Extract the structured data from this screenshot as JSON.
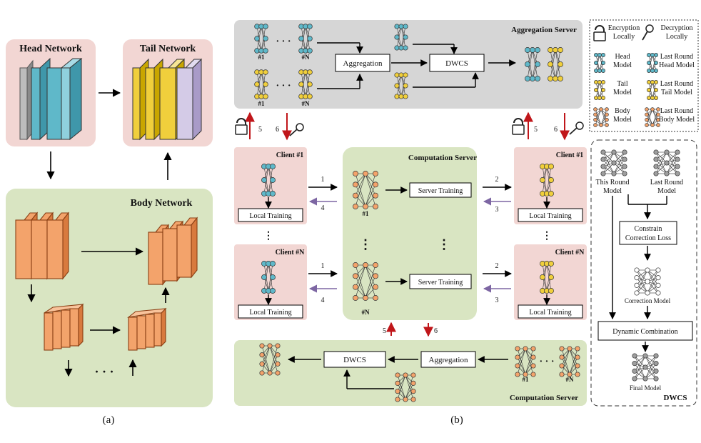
{
  "panel_a": {
    "head_title": "Head Network",
    "tail_title": "Tail Network",
    "body_title": "Body Network",
    "caption": "(a)"
  },
  "panel_b": {
    "caption": "(b)",
    "aggregation_server": {
      "title": "Aggregation Server",
      "model_idx_1": "#1",
      "model_idx_n": "#N",
      "aggregation_label": "Aggregation",
      "dwcs_label": "DWCS"
    },
    "arrow_numbers": {
      "n1": "1",
      "n2": "2",
      "n3": "3",
      "n4": "4",
      "n5": "5",
      "n6": "6"
    },
    "client_1_title": "Client #1",
    "client_n_title": "Client #N",
    "local_training": "Local Training",
    "computation_server": {
      "title": "Computation Server",
      "server_training": "Server Training",
      "idx_1": "#1",
      "idx_n": "#N"
    },
    "bottom_server": {
      "title": "Computation Server",
      "dwcs_label": "DWCS",
      "aggregation_label": "Aggregation",
      "idx_1": "#1",
      "idx_n": "#N"
    },
    "dots": "· · ·"
  },
  "legend": {
    "encryption": [
      "Encryption",
      "Locally"
    ],
    "decryption": [
      "Decryption",
      "Locally"
    ],
    "head_model": [
      "Head",
      "Model"
    ],
    "last_head": [
      "Last Round",
      "Head  Model"
    ],
    "tail_model": [
      "Tail",
      "Model"
    ],
    "last_tail": [
      "Last Round",
      "Tail Model"
    ],
    "body_model": [
      "Body",
      "Model"
    ],
    "last_body": [
      "Last Round",
      "Body Model"
    ]
  },
  "dwcs_panel": {
    "title": "DWCS",
    "this_round": [
      "This Round",
      "Model"
    ],
    "last_round": [
      "Last Round",
      "Model"
    ],
    "constrain": [
      "Constrain",
      "Correction Loss"
    ],
    "correction_model": "Correction Model",
    "dynamic_combination": "Dynamic Combination",
    "final_model": "Final Model"
  },
  "colors": {
    "head": "#5fb8c9",
    "tail": "#f0cf3c",
    "body": "#f3a36b",
    "gray_model": "#9e9e9e",
    "pink_bg": "#f2d6d3",
    "green_bg": "#d9e5c2",
    "gray_bg": "#d6d6d6",
    "red_arrow": "#c0161a",
    "purple_arrow": "#7d66a3"
  }
}
